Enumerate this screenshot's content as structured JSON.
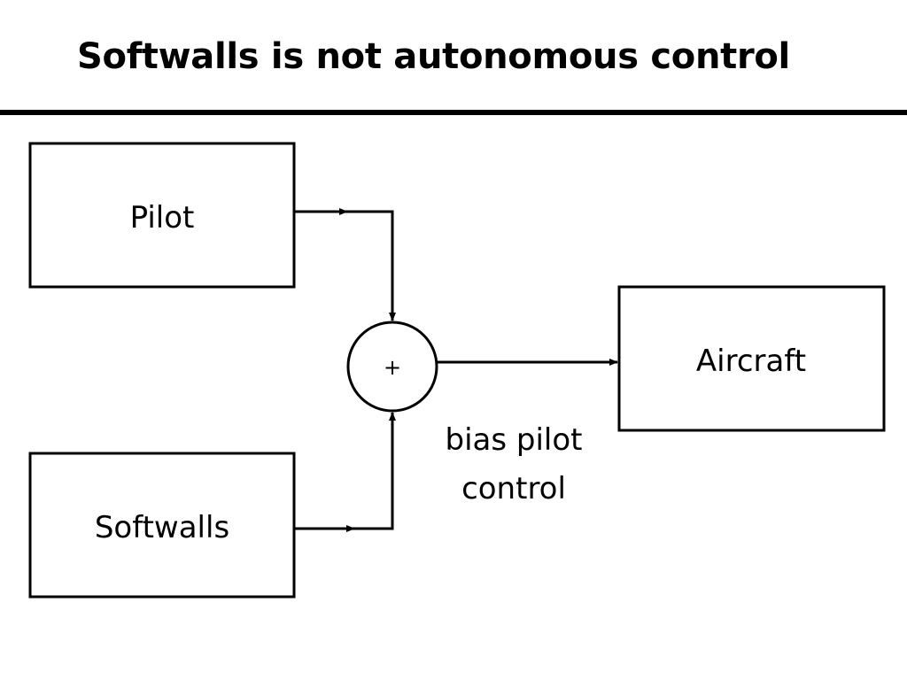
{
  "slide": {
    "title": "Softwalls is not autonomous control"
  },
  "diagram": {
    "blocks": {
      "pilot": "Pilot",
      "softwalls": "Softwalls",
      "aircraft": "Aircraft"
    },
    "summing_junction": {
      "symbol": "+"
    },
    "annotation": {
      "line1": "bias pilot",
      "line2": "control"
    },
    "connections": [
      {
        "from": "pilot",
        "to": "summing_junction"
      },
      {
        "from": "softwalls",
        "to": "summing_junction"
      },
      {
        "from": "summing_junction",
        "to": "aircraft"
      }
    ],
    "colors": {
      "stroke": "#000000",
      "background": "#ffffff"
    }
  }
}
